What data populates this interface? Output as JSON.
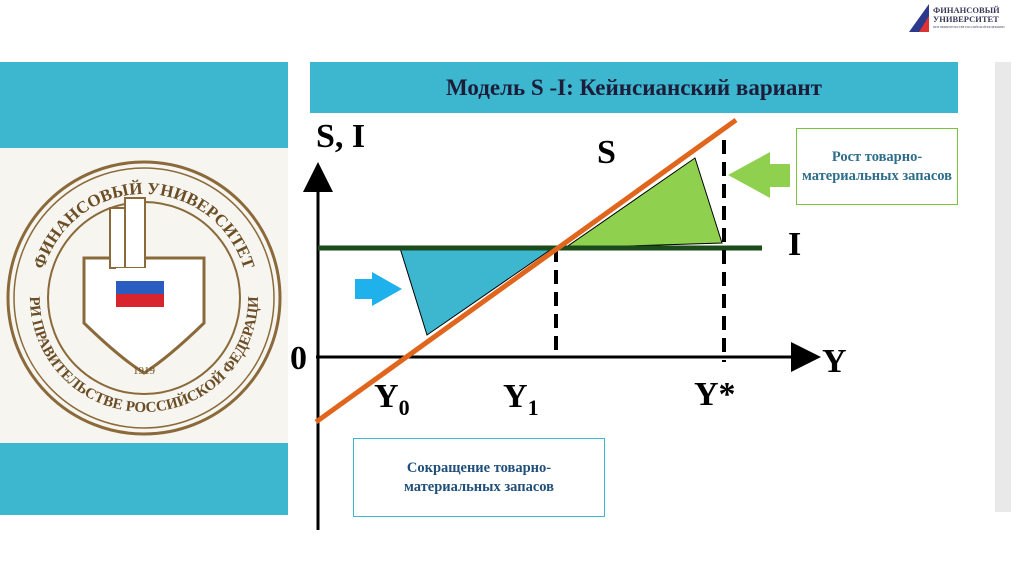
{
  "header": {
    "logo_line1": "ФИНАНСОВЫЙ",
    "logo_line2": "УНИВЕРСИТЕТ",
    "logo_caption": "ПРИ ПРАВИТЕЛЬСТВЕ РОССИЙСКОЙ ФЕДЕРАЦИИ"
  },
  "seal": {
    "text_top": "ФИНАНСОВЫЙ УНИВЕРСИТЕТ",
    "text_bottom": "ПРИ ПРАВИТЕЛЬСТВЕ РОССИЙСКОЙ ФЕДЕРАЦИИ",
    "year": "1919"
  },
  "slide": {
    "title": "Модель S -I: Кейнсианский вариант"
  },
  "diagram": {
    "y_axis_label": "S, I",
    "x_axis_label": "Y",
    "origin_label": "0",
    "s_line_label": "S",
    "i_line_label": "I",
    "y0_label": "Y",
    "y0_sub": "0",
    "y1_label": "Y",
    "y1_sub": "1",
    "ystar_label": "Y*",
    "green_note": "Рост товарно-материальных запасов",
    "blue_note": "Сокращение товарно-материальных запасов",
    "colors": {
      "s_line": "#e0661e",
      "i_line": "#1b4a1b",
      "green_area": "#8fd14f",
      "blue_area": "#3cb7cf",
      "blue_arrow": "#1fb1ec",
      "green_arrow": "#8fd14f",
      "accent": "#3cb7cf"
    }
  }
}
